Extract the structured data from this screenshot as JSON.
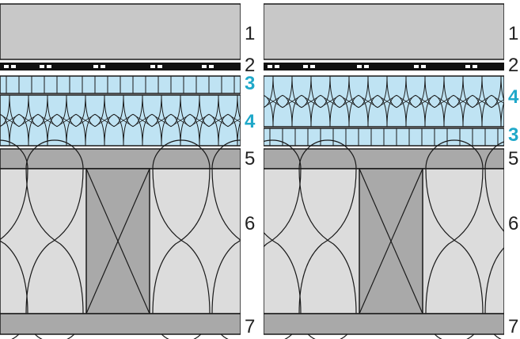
{
  "colors": {
    "concrete": "#c8c8c8",
    "membrane": "#111111",
    "insulation_blue": "#bfe3f3",
    "accent_label": "#1fa8c9",
    "wool": "#dcdcdc",
    "beam": "#a9a9a9",
    "line": "#1a1a1a",
    "text": "#222222"
  },
  "left_panel": {
    "labels": [
      {
        "id": "1",
        "text": "1",
        "highlight": false
      },
      {
        "id": "2",
        "text": "2",
        "highlight": false
      },
      {
        "id": "3",
        "text": "3",
        "highlight": true
      },
      {
        "id": "4",
        "text": "4",
        "highlight": true
      },
      {
        "id": "5",
        "text": "5",
        "highlight": false
      },
      {
        "id": "6",
        "text": "6",
        "highlight": false
      },
      {
        "id": "7",
        "text": "7",
        "highlight": false
      }
    ]
  },
  "right_panel": {
    "labels": [
      {
        "id": "1",
        "text": "1",
        "highlight": false
      },
      {
        "id": "2",
        "text": "2",
        "highlight": false
      },
      {
        "id": "4",
        "text": "4",
        "highlight": true
      },
      {
        "id": "3",
        "text": "3",
        "highlight": true
      },
      {
        "id": "5",
        "text": "5",
        "highlight": false
      },
      {
        "id": "6",
        "text": "6",
        "highlight": false
      },
      {
        "id": "7",
        "text": "7",
        "highlight": false
      }
    ]
  }
}
